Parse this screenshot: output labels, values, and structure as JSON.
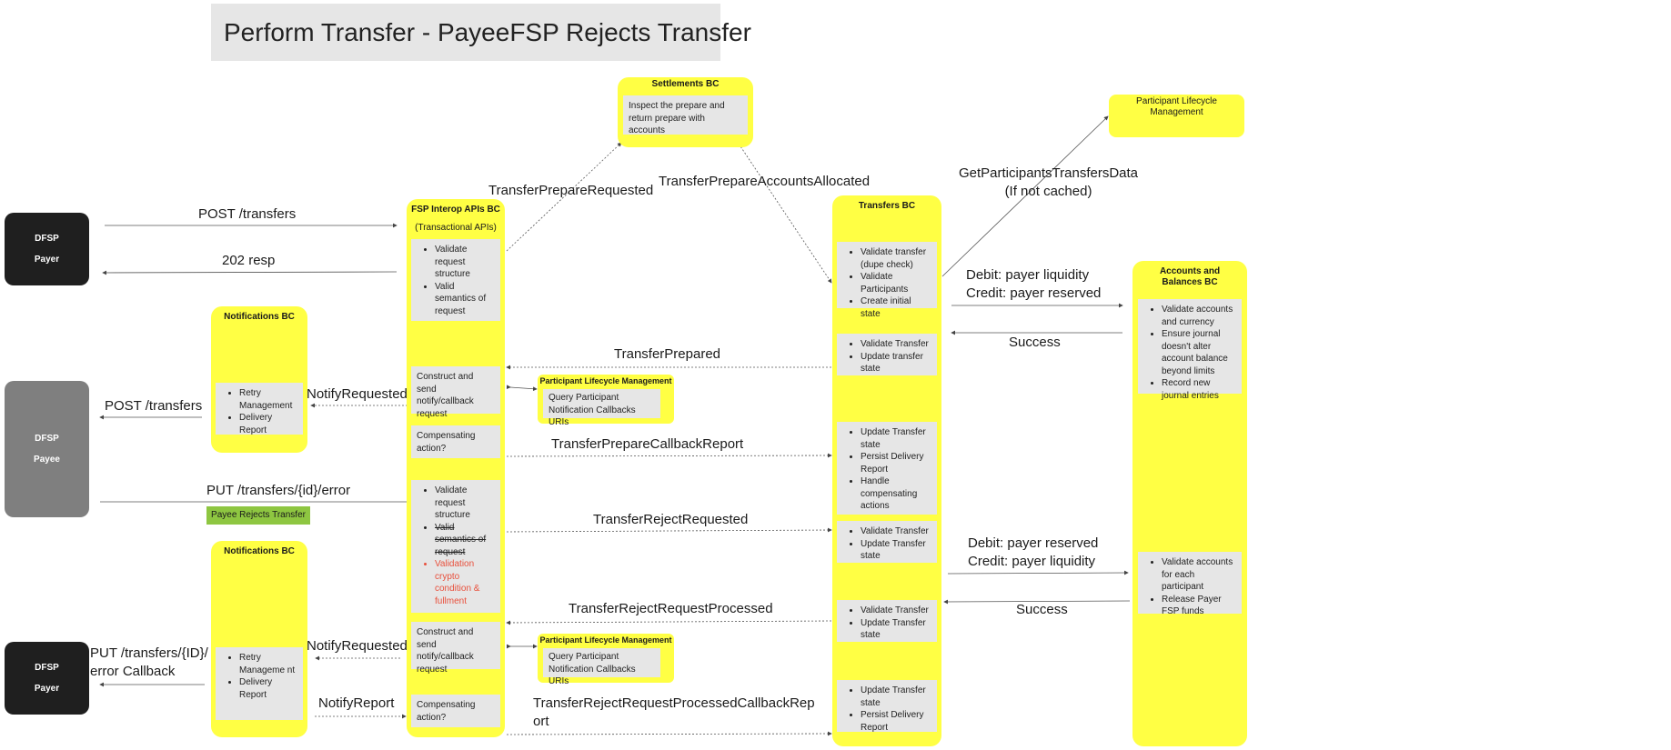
{
  "title": "Perform Transfer - PayeeFSP Rejects Transfer",
  "actors": {
    "payer_top": {
      "line1": "DFSP",
      "line2": "Payer"
    },
    "payee": {
      "line1": "DFSP",
      "line2": "Payee"
    },
    "payer_bottom": {
      "line1": "DFSP",
      "line2": "Payer"
    }
  },
  "settlements": {
    "title": "Settlements BC",
    "text": "Inspect the prepare and return prepare with accounts"
  },
  "plm_top": {
    "title": "Participant Lifecycle Management"
  },
  "fsp": {
    "title": "FSP Interop APIs BC",
    "subtitle": "(Transactional APIs)",
    "card1": [
      "Validate request structure",
      "Valid semantics of request"
    ],
    "card2": "Construct and send notify/callback request",
    "card3": "Compensating action?",
    "card4": {
      "item1": "Validate request structure",
      "item2": "Valid semantics of request",
      "item3": "Validation crypto condition & fullment"
    },
    "card5": "Construct and send notify/callback request",
    "card6": "Compensating action?"
  },
  "notif_top": {
    "title": "Notifications BC",
    "items": [
      "Retry Management",
      "Delivery Report"
    ]
  },
  "notif_bottom": {
    "title": "Notifications BC",
    "items": [
      "Retry Manageme nt",
      "Delivery Report"
    ]
  },
  "plm_mid1": {
    "title": "Participant Lifecycle Management",
    "text": "Query Participant Notification Callbacks URIs"
  },
  "plm_mid2": {
    "title": "Participant Lifecycle Management",
    "text": "Query Participant Notification Callbacks URIs"
  },
  "transfers": {
    "title": "Transfers BC",
    "card1": [
      "Validate transfer (dupe check)",
      "Validate Participants",
      "Create initial state"
    ],
    "card2": [
      "Validate Transfer",
      "Update transfer state"
    ],
    "card3": [
      "Update Transfer state",
      "Persist Delivery Report",
      "Handle compensating actions"
    ],
    "card4": [
      "Validate Transfer",
      "Update Transfer state"
    ],
    "card5": [
      "Validate Transfer",
      "Update Transfer state"
    ],
    "card6": [
      "Update Transfer state",
      "Persist Delivery Report"
    ]
  },
  "accounts": {
    "title": "Accounts and Balances BC",
    "card1": [
      "Validate accounts and currency",
      "Ensure journal doesn't alter account balance beyond limits",
      "Record new journal entries"
    ],
    "card2": [
      "Validate accounts for each participant",
      "Release Payer FSP funds"
    ]
  },
  "labels": {
    "post_transfers_top": "POST /transfers",
    "resp_202": "202 resp",
    "transfer_prepare_requested": "TransferPrepareRequested",
    "transfer_prepare_accounts_allocated": "TransferPrepareAccountsAllocated",
    "get_participants_line1": "GetParticipantsTransfersData",
    "get_participants_line2": "(If not cached)",
    "debit_credit_top_line1": "Debit: payer liquidity",
    "debit_credit_top_line2": "Credit: payer reserved",
    "success_top": "Success",
    "transfer_prepared": "TransferPrepared",
    "notify_requested_top": "NotifyRequested",
    "post_transfers_payee": "POST /transfers",
    "transfer_prepare_callback_report": "TransferPrepareCallbackReport",
    "put_error": "PUT /transfers/{id}/error",
    "payee_rejects": "Payee Rejects Transfer",
    "transfer_reject_requested": "TransferRejectRequested",
    "debit_credit_bottom_line1": "Debit: payer reserved",
    "debit_credit_bottom_line2": "Credit: payer liquidity",
    "success_bottom": "Success",
    "transfer_reject_request_processed": "TransferRejectRequestProcessed",
    "notify_requested_bottom": "NotifyRequested",
    "put_error_callback_line1": "PUT /transfers/{ID}/",
    "put_error_callback_line2": "error Callback",
    "notify_report": "NotifyReport",
    "callback_report_line1": "TransferRejectRequestProcessedCallbackRep",
    "callback_report_line2": "ort"
  },
  "colors": {
    "bc_yellow": "#ffff44",
    "card_grey": "#e6e6e6",
    "actor_dark": "#1f1f1f",
    "actor_grey": "#7f7f7f",
    "note_green": "#8ec641",
    "error_red": "#e8503c"
  }
}
